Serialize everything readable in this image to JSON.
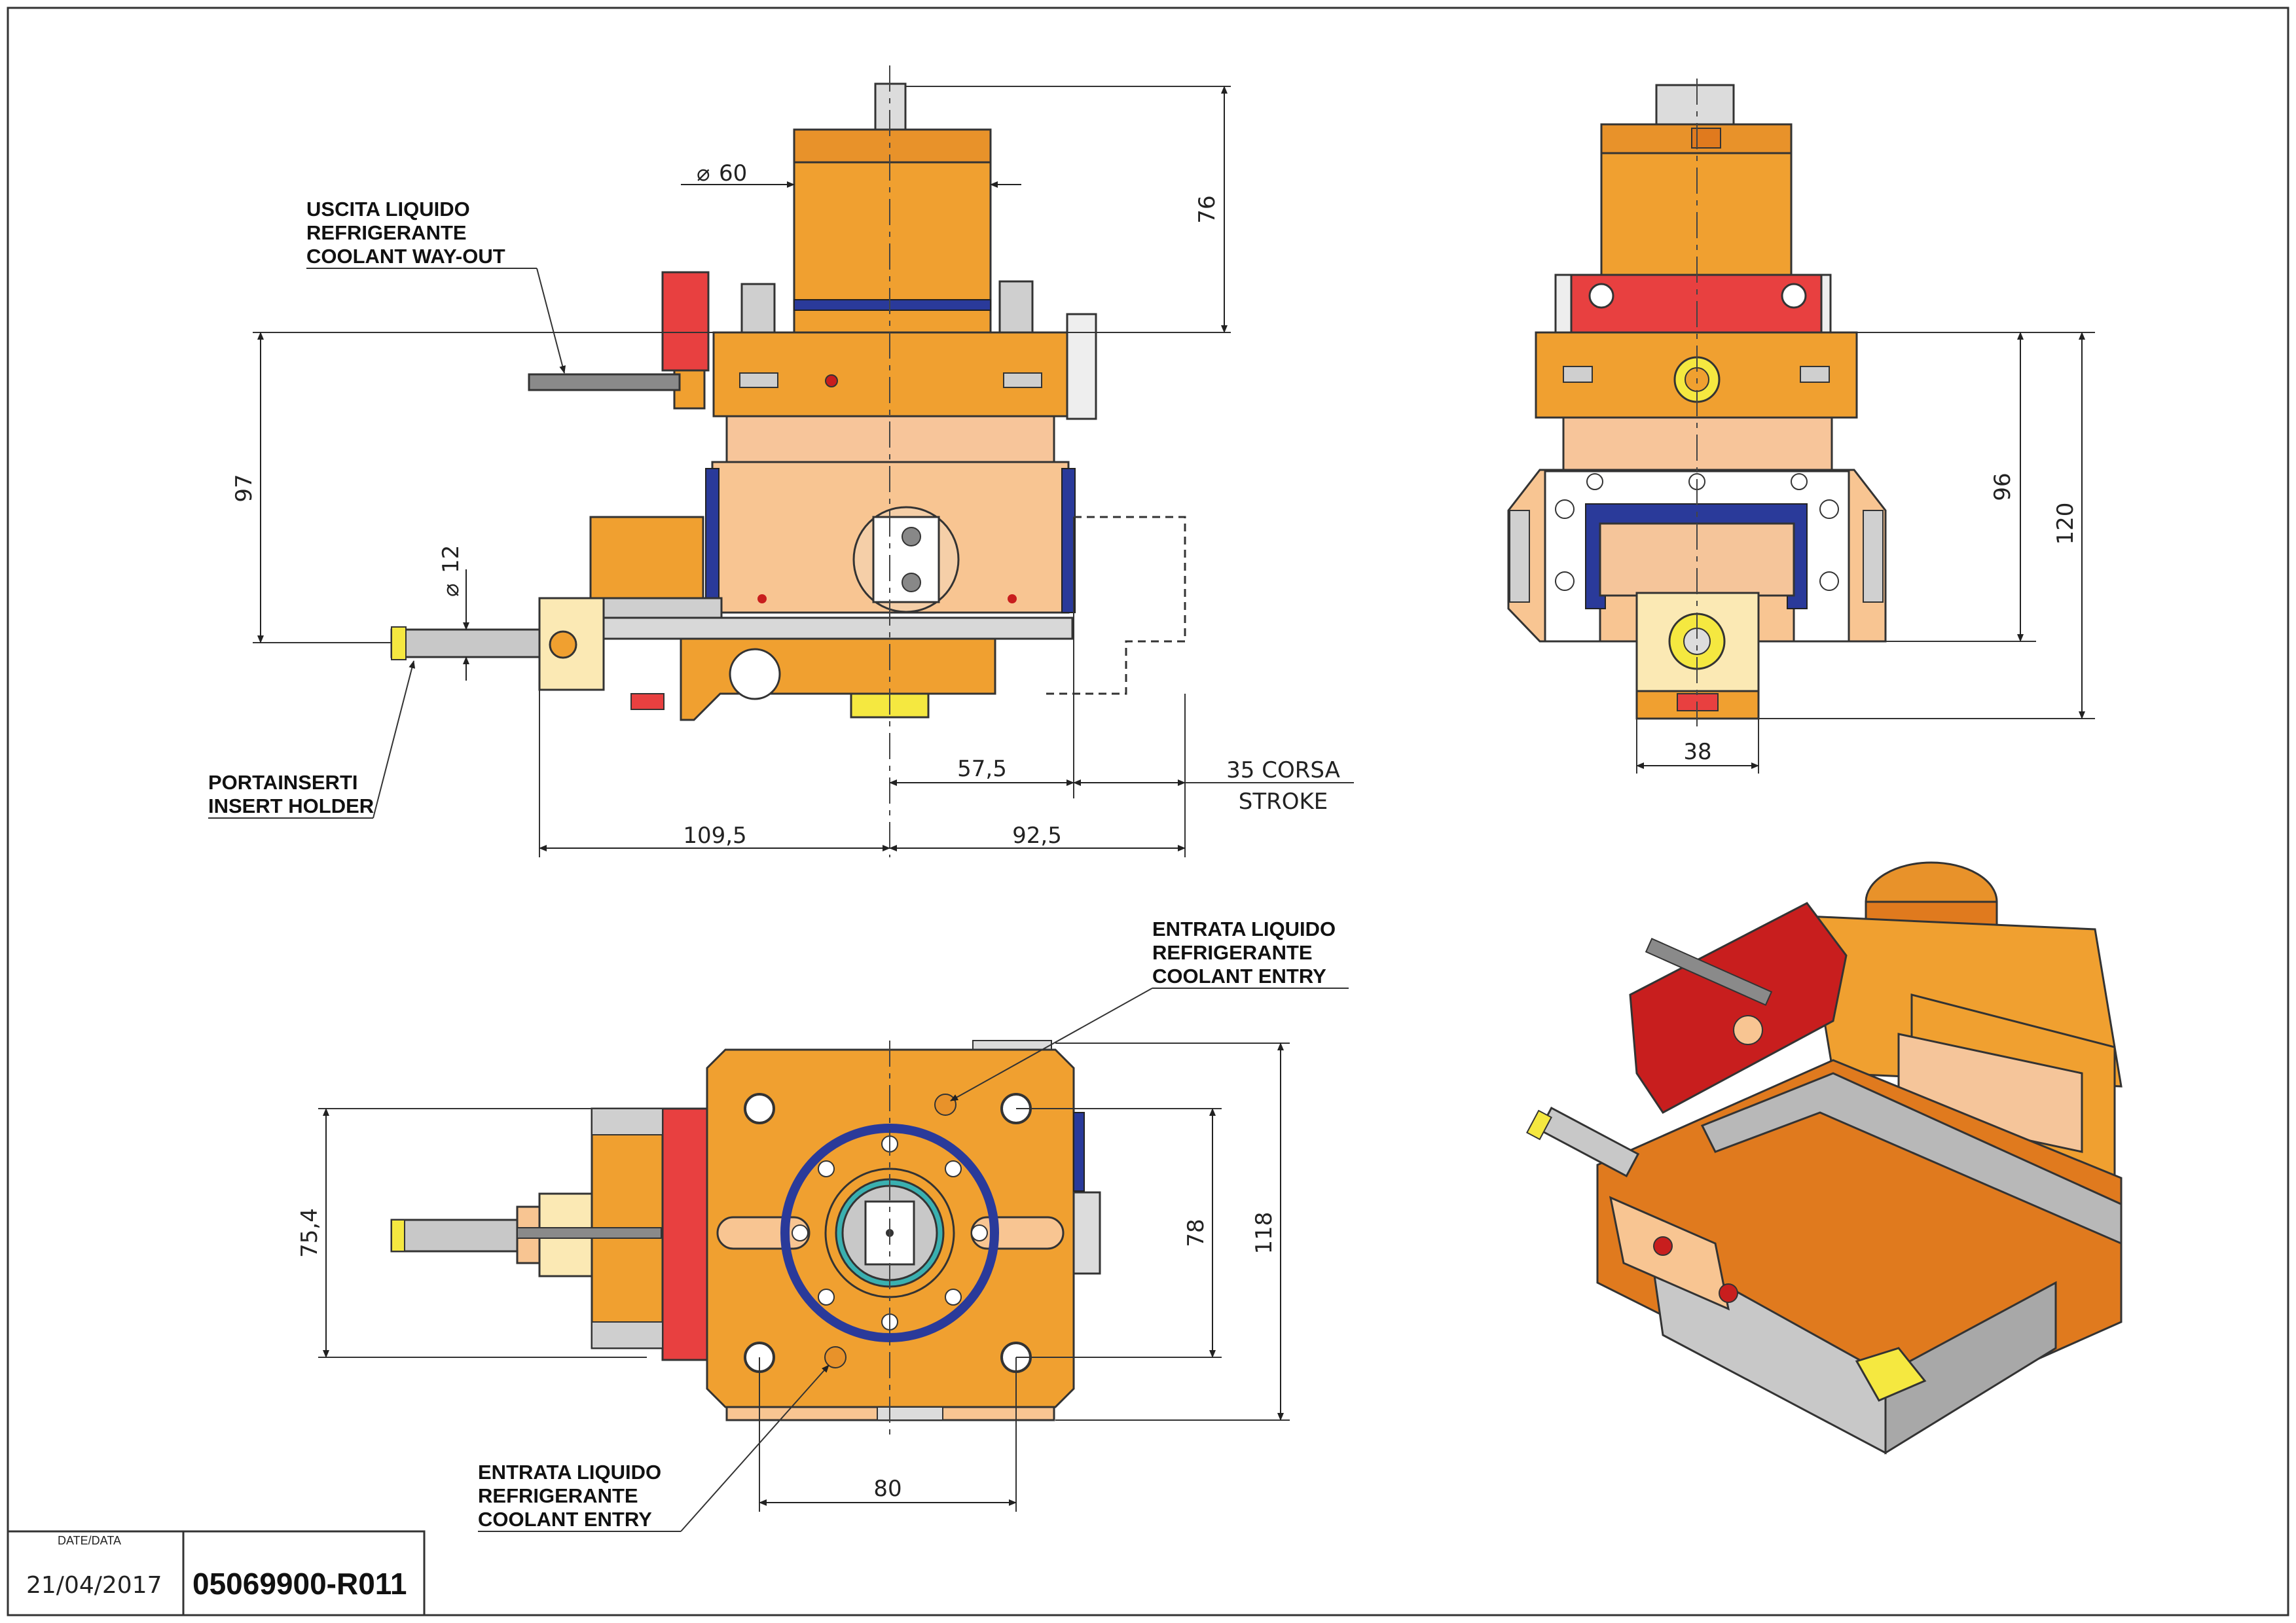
{
  "drawing": {
    "dimensions": {
      "dia60": "60",
      "d76": "76",
      "d97": "97",
      "dia12": "12",
      "d57_5": "57,5",
      "d35": "35 CORSA",
      "stroke": "STROKE",
      "d109_5": "109,5",
      "d92_5": "92,5",
      "d96": "96",
      "d120": "120",
      "d38": "38",
      "d75_4": "75,4",
      "d78": "78",
      "d118": "118",
      "d80": "80",
      "diameter_symbol": "⌀"
    },
    "notes": {
      "coolant_out": [
        "USCITA LIQUIDO",
        "REFRIGERANTE",
        "COOLANT WAY-OUT"
      ],
      "insert_holder": [
        "PORTAINSERTI",
        "INSERT HOLDER"
      ],
      "coolant_entry_top": [
        "ENTRATA LIQUIDO",
        "REFRIGERANTE",
        "COOLANT ENTRY"
      ],
      "coolant_entry_bottom": [
        "ENTRATA LIQUIDO",
        "REFRIGERANTE",
        "COOLANT ENTRY"
      ]
    }
  },
  "title_block": {
    "date_label": "DATE/DATA",
    "date": "21/04/2017",
    "code": "05069900-R011"
  },
  "colors": {
    "orange": "#f0a030",
    "dark_orange": "#e07a1e",
    "light_orange": "#f8c592",
    "peach": "#f5c59a",
    "red": "#e84040",
    "dark_red": "#c81e1e",
    "blue": "#2a3a9a",
    "yellow": "#f5e840",
    "grey": "#b8b8b8",
    "cream": "#fbe9b4"
  }
}
